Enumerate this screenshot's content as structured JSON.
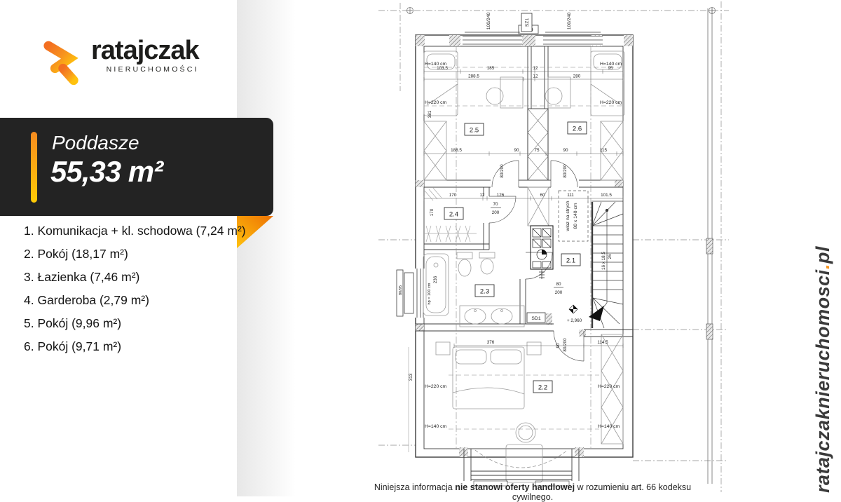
{
  "brand": {
    "name": "ratajczak",
    "subtitle": "NIERUCHOMOŚCI"
  },
  "panel": {
    "floor_name": "Poddasze",
    "area": "55,33 m²"
  },
  "room_list": [
    "1. Komunikacja + kl. schodowa (7,24 m²)",
    "2. Pokój  (18,17 m²)",
    "3. Łazienka (7,46 m²)",
    "4. Garderoba (2,79 m²)",
    "5. Pokój (9,96 m²)",
    "6. Pokój (9,71 m²)"
  ],
  "website": {
    "main": "ratajczaknieruchomosci",
    "dot": ".",
    "tld": "pl"
  },
  "footer": {
    "pre": "Niniejsza informacja ",
    "bold": "nie stanowi oferty handlowej",
    "post": " w rozumieniu art. 66 kodeksu cywilnego."
  },
  "plan": {
    "rooms": {
      "r21": "2.1",
      "r22": "2.2",
      "r23": "2.3",
      "r24": "2.4",
      "r25": "2.5",
      "r26": "2.6"
    },
    "labels": {
      "sz1": "SZ1",
      "sd1": "SD1",
      "wlaz1": "właz na strych",
      "wlaz2": "80 x 140 cm",
      "stairs": "16 x 18,5",
      "stairs2": "26",
      "level": "+ 2,960",
      "hp": "hp = 100 cm",
      "win_top": "100/240",
      "win_side": "80/95",
      "h140": "H=140 cm",
      "h220": "H=220 cm",
      "d80": "80/200",
      "d70a": "70",
      "d70b": "200",
      "d80a": "80",
      "d80b": "200",
      "d90": "90"
    },
    "dims": {
      "a": [
        "103.5",
        "185",
        "12",
        "95"
      ],
      "b": [
        "288.5",
        "12",
        "280"
      ],
      "mid": [
        "188.5",
        "90",
        "75",
        "90",
        "115"
      ],
      "cor": [
        "170",
        "12",
        "126",
        "60",
        "111",
        "101.5"
      ],
      "bot": [
        "376",
        "114.5"
      ],
      "v": [
        "381",
        "170",
        "236",
        "313"
      ]
    }
  }
}
